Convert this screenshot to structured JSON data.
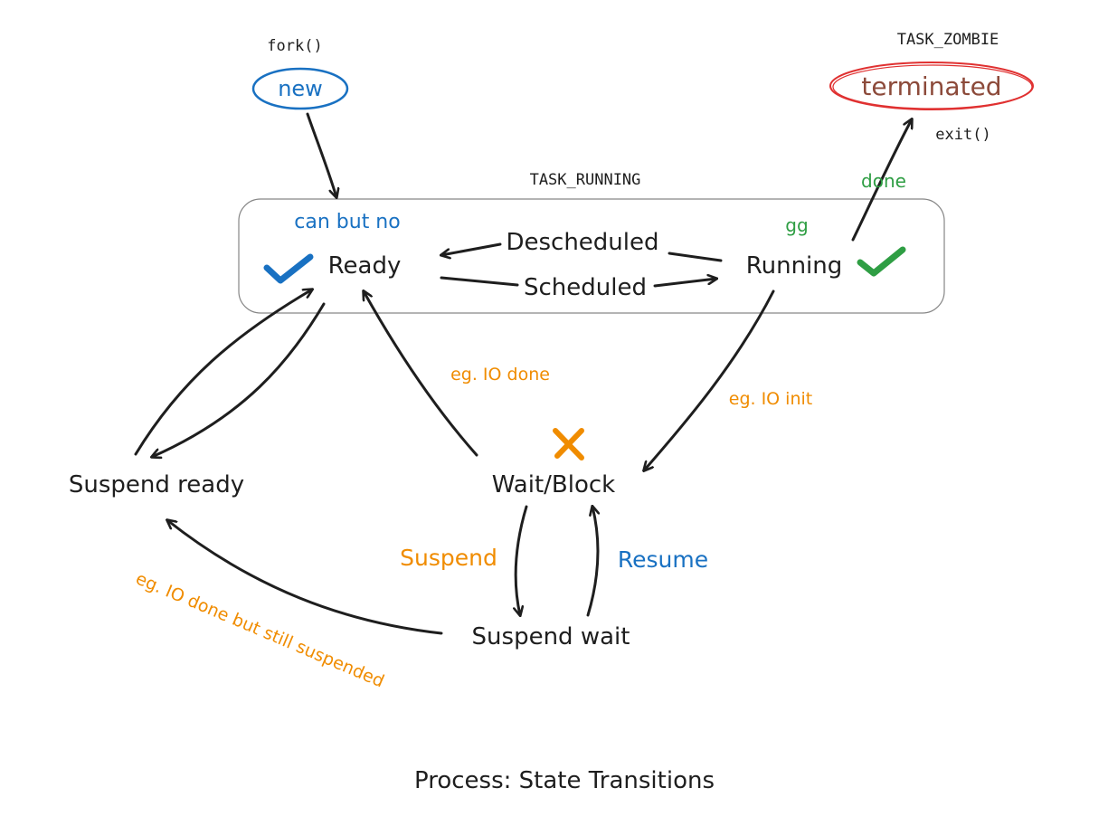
{
  "title": "Process: State Transitions",
  "colors": {
    "ink": "#1e1e1e",
    "blue": "#1971c2",
    "green": "#2f9e44",
    "red": "#e03131",
    "brown": "#8c4a3a",
    "orange": "#f08c00",
    "group_border": "#868686"
  },
  "annotations": {
    "fork": "fork()",
    "task_zombie": "TASK_ZOMBIE",
    "exit": "exit()",
    "task_running": "TASK_RUNNING"
  },
  "states": {
    "new": "new",
    "terminated": "terminated",
    "ready": "Ready",
    "running": "Running",
    "wait_block": "Wait/Block",
    "suspend_ready": "Suspend ready",
    "suspend_wait": "Suspend wait"
  },
  "notes": {
    "ready_note": "can but no",
    "running_note": "gg"
  },
  "icons": {
    "ready_mark": "check-icon",
    "running_mark": "check-icon",
    "wait_mark": "cross-icon"
  },
  "transitions": {
    "descheduled": "Descheduled",
    "scheduled": "Scheduled",
    "done": "done",
    "io_done": "eg. IO done",
    "io_init": "eg. IO init",
    "suspend": "Suspend",
    "resume": "Resume",
    "io_done_suspended": "eg. IO done but still suspended"
  }
}
